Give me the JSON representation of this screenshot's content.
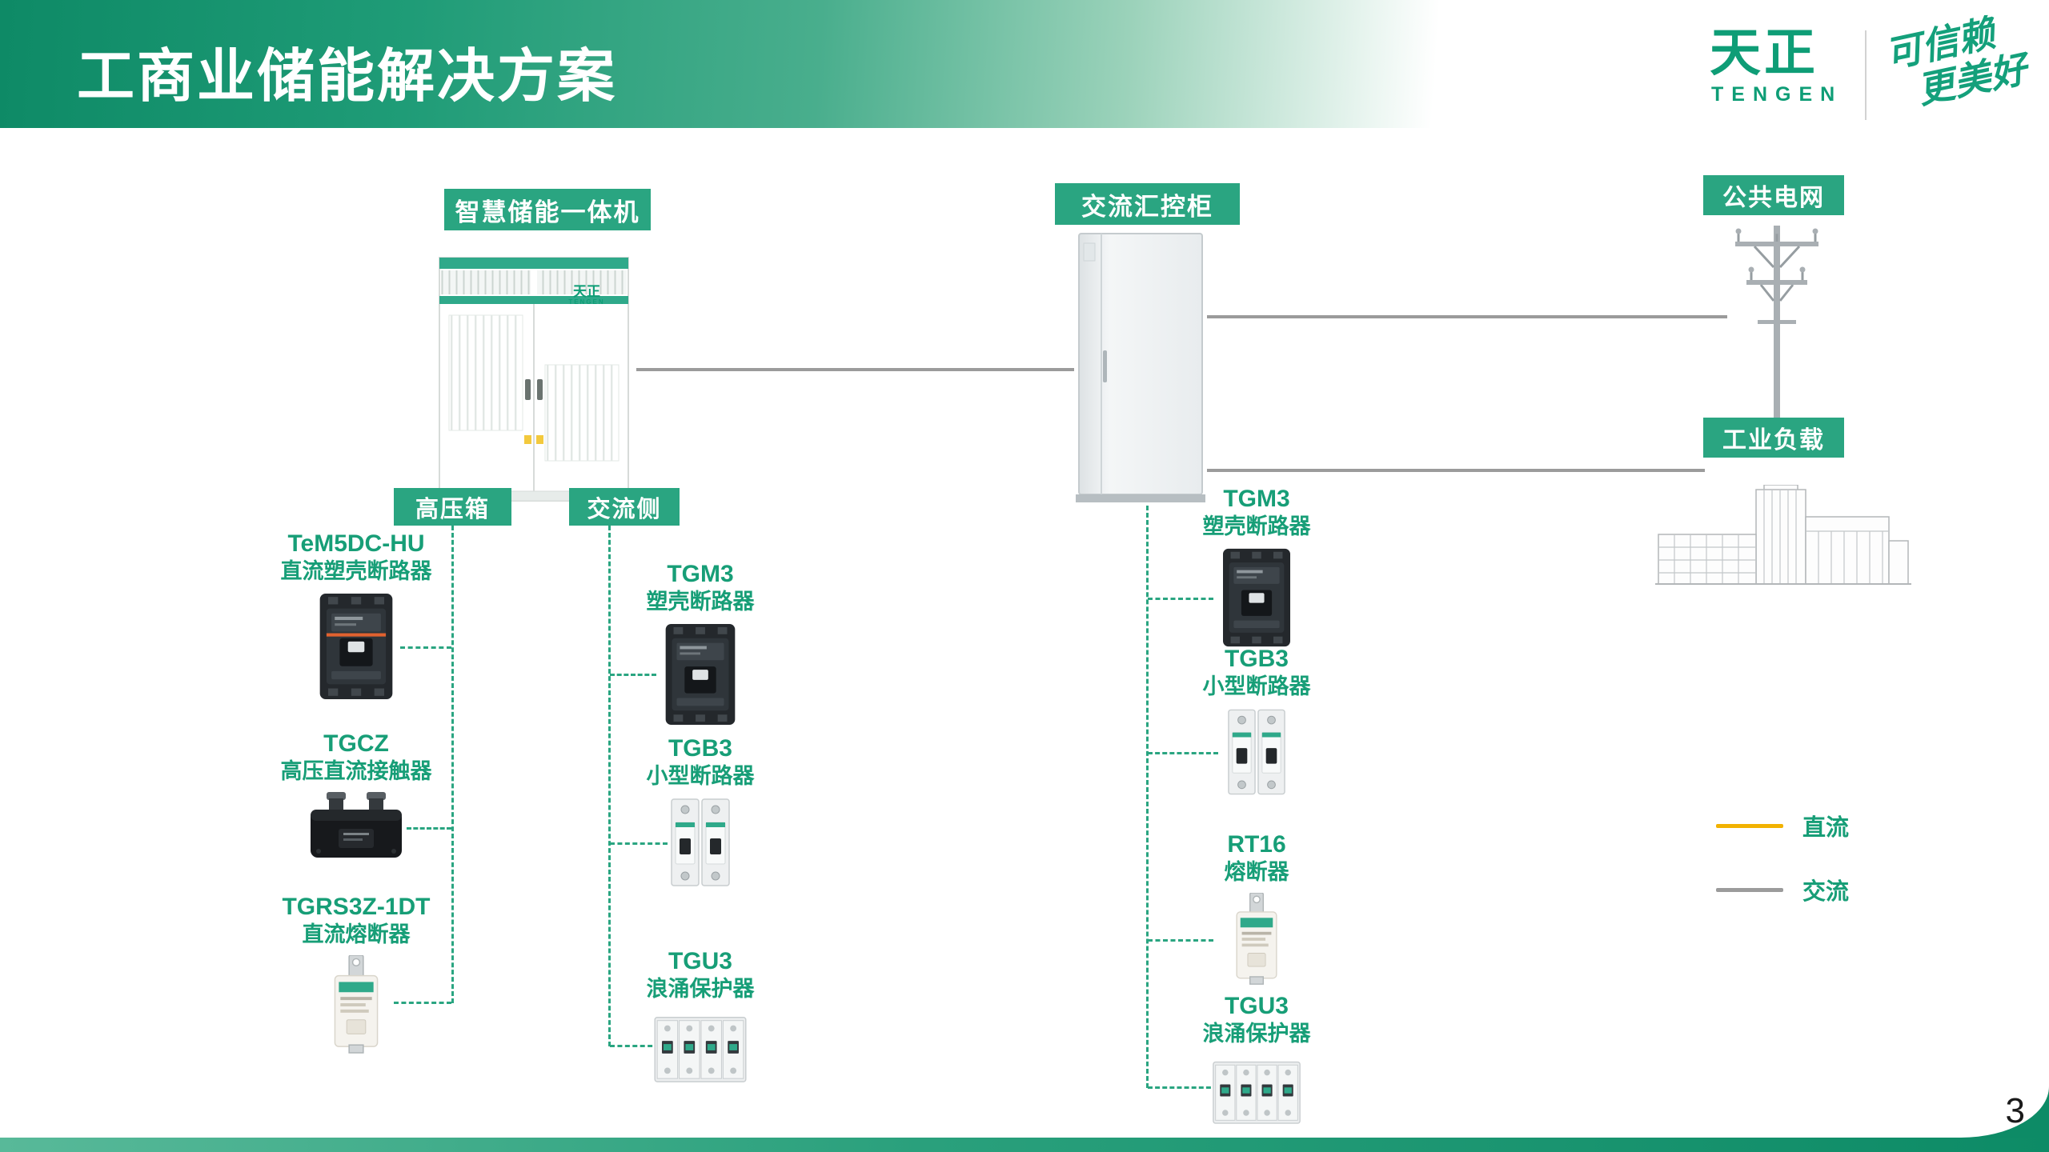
{
  "slide": {
    "title": "工商业储能解决方案",
    "page_number": "3"
  },
  "logo": {
    "wordmark": "天正",
    "wordmark_sub": "TENGEN",
    "slogan_line1": "可信赖",
    "slogan_line2": "更美好"
  },
  "nodes": {
    "storage_unit": {
      "label": "智慧储能一体机",
      "brand": "天正",
      "brand_sub": "TENGEN"
    },
    "hv_box": {
      "label": "高压箱"
    },
    "ac_side": {
      "label": "交流侧"
    },
    "ac_cabinet": {
      "label": "交流汇控柜"
    },
    "grid": {
      "label": "公共电网"
    },
    "load": {
      "label": "工业负载"
    }
  },
  "products": {
    "hv_box": [
      {
        "model": "TeM5DC-HU",
        "name": "直流塑壳断路器"
      },
      {
        "model": "TGCZ",
        "name": "高压直流接触器"
      },
      {
        "model": "TGRS3Z-1DT",
        "name": "直流熔断器"
      }
    ],
    "ac_side": [
      {
        "model": "TGM3",
        "name": "塑壳断路器"
      },
      {
        "model": "TGB3",
        "name": "小型断路器"
      },
      {
        "model": "TGU3",
        "name": "浪涌保护器"
      }
    ],
    "ac_cabinet": [
      {
        "model": "TGM3",
        "name": "塑壳断路器"
      },
      {
        "model": "TGB3",
        "name": "小型断路器"
      },
      {
        "model": "RT16",
        "name": "熔断器"
      },
      {
        "model": "TGU3",
        "name": "浪涌保护器"
      }
    ]
  },
  "legend": [
    {
      "label": "直流",
      "color": "#F2B200"
    },
    {
      "label": "交流",
      "color": "#9B9B9B"
    }
  ],
  "colors": {
    "accent_green": "#2AA581",
    "text_green": "#179E77",
    "dc_line": "#F2B200",
    "ac_line": "#9B9B9B"
  }
}
